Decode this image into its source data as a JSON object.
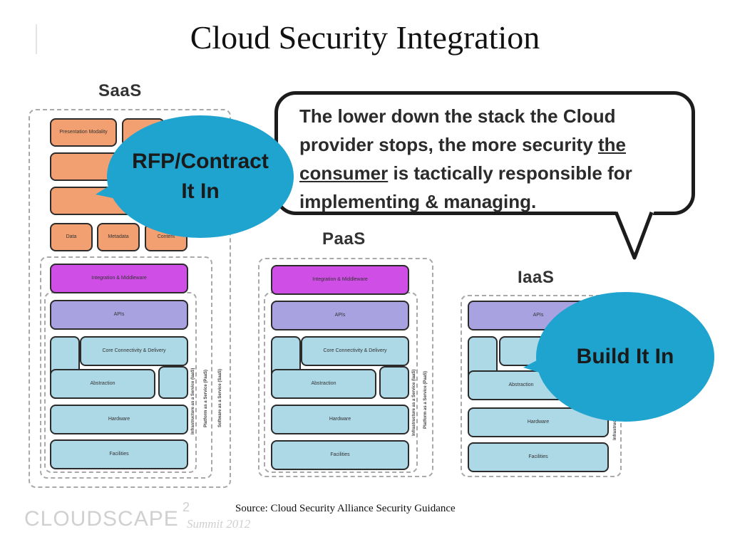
{
  "title": "Cloud Security Integration",
  "stacks": {
    "saas": {
      "label": "SaaS",
      "blocks": {
        "presentation": "Presentation Modality",
        "data": "Data",
        "metadata": "Metadata",
        "content": "Content",
        "integration": "Integration & Middleware",
        "apis": "APIs",
        "core": "Core Connectivity & Delivery",
        "abstraction": "Abstraction",
        "hardware": "Hardware",
        "facilities": "Facilities"
      },
      "side_labels": [
        "Infrastructure as a Service (IaaS)",
        "Platform as a Service (PaaS)",
        "Software as a Service (SaaS)"
      ]
    },
    "paas": {
      "label": "PaaS",
      "blocks": {
        "integration": "Integration & Middleware",
        "apis": "APIs",
        "core": "Core Connectivity & Delivery",
        "abstraction": "Abstraction",
        "hardware": "Hardware",
        "facilities": "Facilities"
      },
      "side_labels": [
        "Infrastructure as a Service (IaaS)",
        "Platform as a Service (PaaS)"
      ]
    },
    "iaas": {
      "label": "IaaS",
      "blocks": {
        "apis": "APIs",
        "core": "Core C",
        "abstraction": "Abstraction",
        "hardware": "Hardware",
        "facilities": "Facilities"
      },
      "side_labels": [
        "Infrastruc"
      ]
    }
  },
  "callout": {
    "line1": "The lower down the stack the Cloud",
    "line2_pre": "provider stops, the more security ",
    "line2_u": "the",
    "line3_u": "consumer",
    "line3_post": " is tactically responsible for",
    "line4": "implementing & managing."
  },
  "ovals": {
    "rfp_line1": "RFP/Contract",
    "rfp_line2": "It In",
    "build": "Build It In"
  },
  "source": "Source: Cloud Security Alliance Security Guidance",
  "logo": {
    "name": "CLOUDSCAPE",
    "sup": "2",
    "sub": "Summit 2012"
  }
}
